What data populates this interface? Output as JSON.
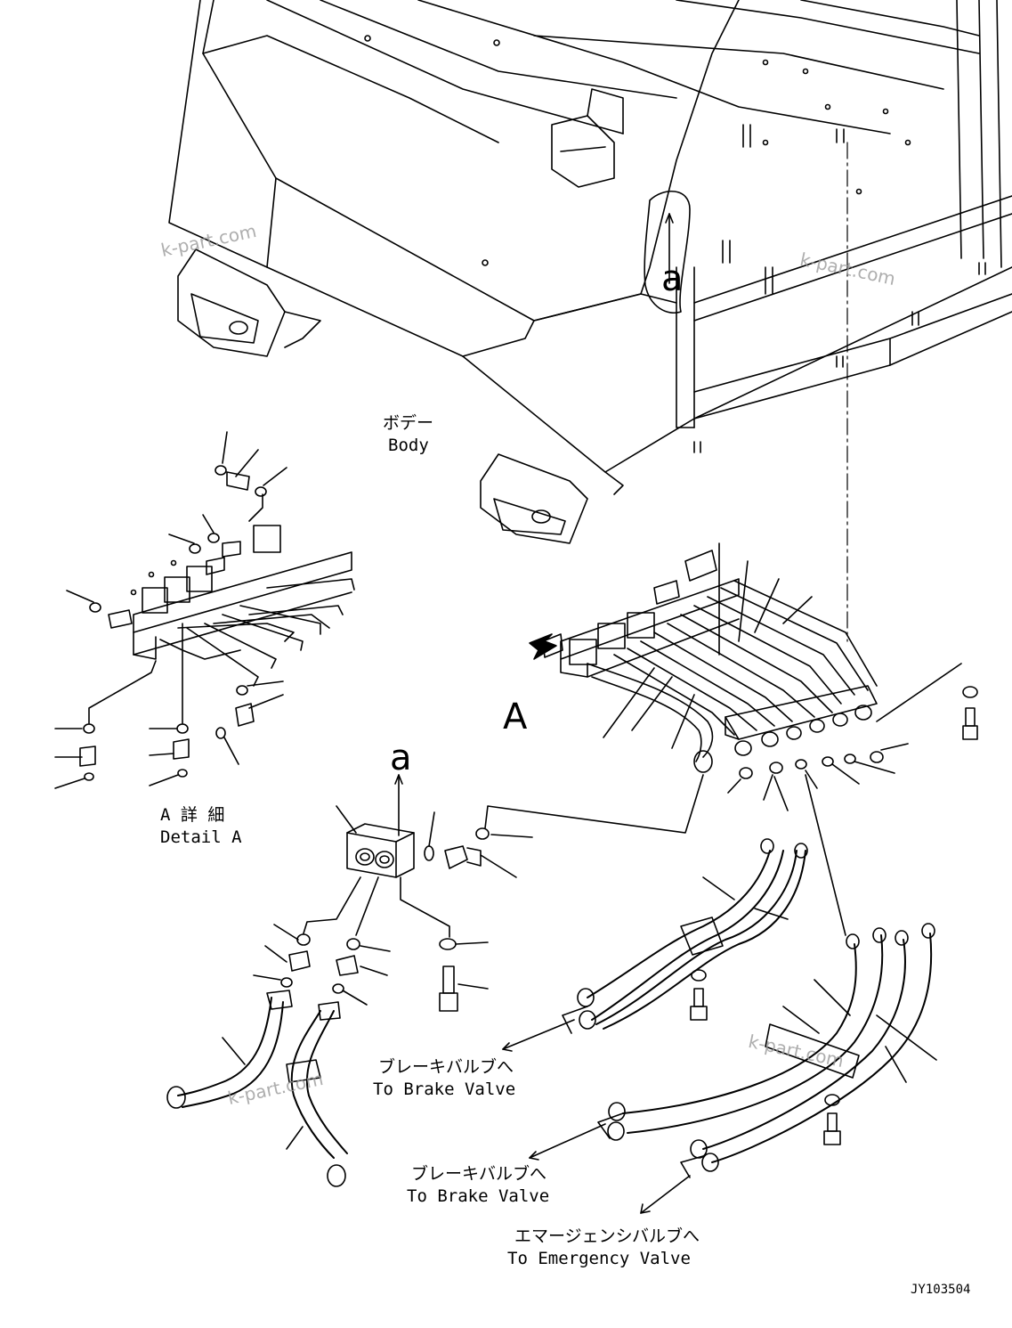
{
  "labels": {
    "body_jp": "ボデー",
    "body_en": "Body",
    "detail_jp": "A 詳 細",
    "detail_en": "Detail A",
    "view_a_upper": "A",
    "view_a_lower": "a",
    "view_a_lower_2": "a",
    "brake1_jp": "ブレーキバルブへ",
    "brake1_en": "To Brake Valve",
    "brake2_jp": "ブレーキバルブへ",
    "brake2_en": "To Brake Valve",
    "emerg_jp": "エマージェンシバルブへ",
    "emerg_en": "To Emergency Valve",
    "drawing_code": "JY103504"
  },
  "watermarks": [
    "k-part.com",
    "k-part.com",
    "k-part.com",
    "k-part.com"
  ],
  "colors": {
    "line": "#000000",
    "watermark": "#9a9a9a"
  }
}
